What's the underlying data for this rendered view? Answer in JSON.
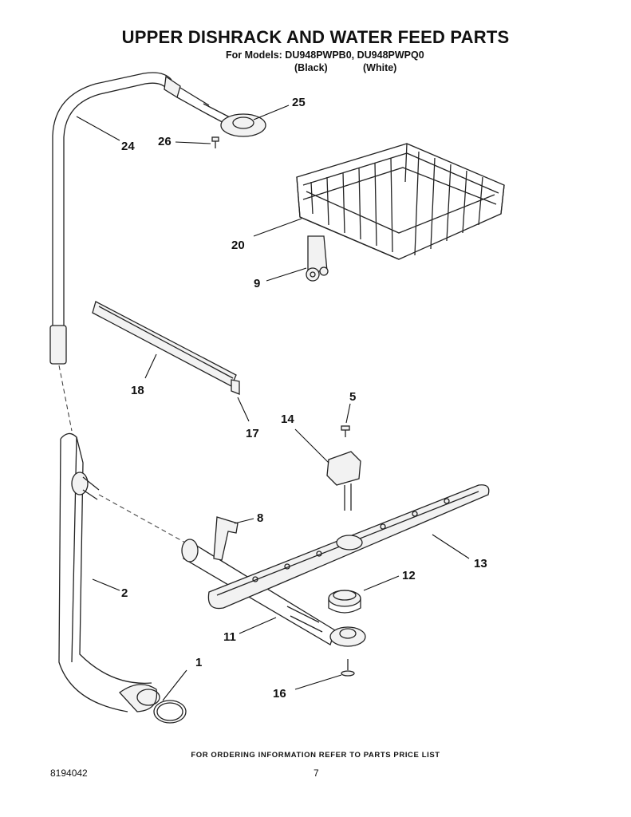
{
  "header": {
    "title": "UPPER DISHRACK AND WATER FEED PARTS",
    "models": "For Models: DU948PWPB0, DU948PWPQ0",
    "variant_black": "(Black)",
    "variant_white": "(White)"
  },
  "callouts": {
    "c1": "1",
    "c2": "2",
    "c5": "5",
    "c8": "8",
    "c9": "9",
    "c11": "11",
    "c12": "12",
    "c13": "13",
    "c14": "14",
    "c16": "16",
    "c17": "17",
    "c18": "18",
    "c20": "20",
    "c24": "24",
    "c25": "25",
    "c26": "26"
  },
  "footer": {
    "ordering_note": "FOR ORDERING INFORMATION REFER TO PARTS PRICE LIST",
    "doc_number": "8194042",
    "page_number": "7"
  }
}
